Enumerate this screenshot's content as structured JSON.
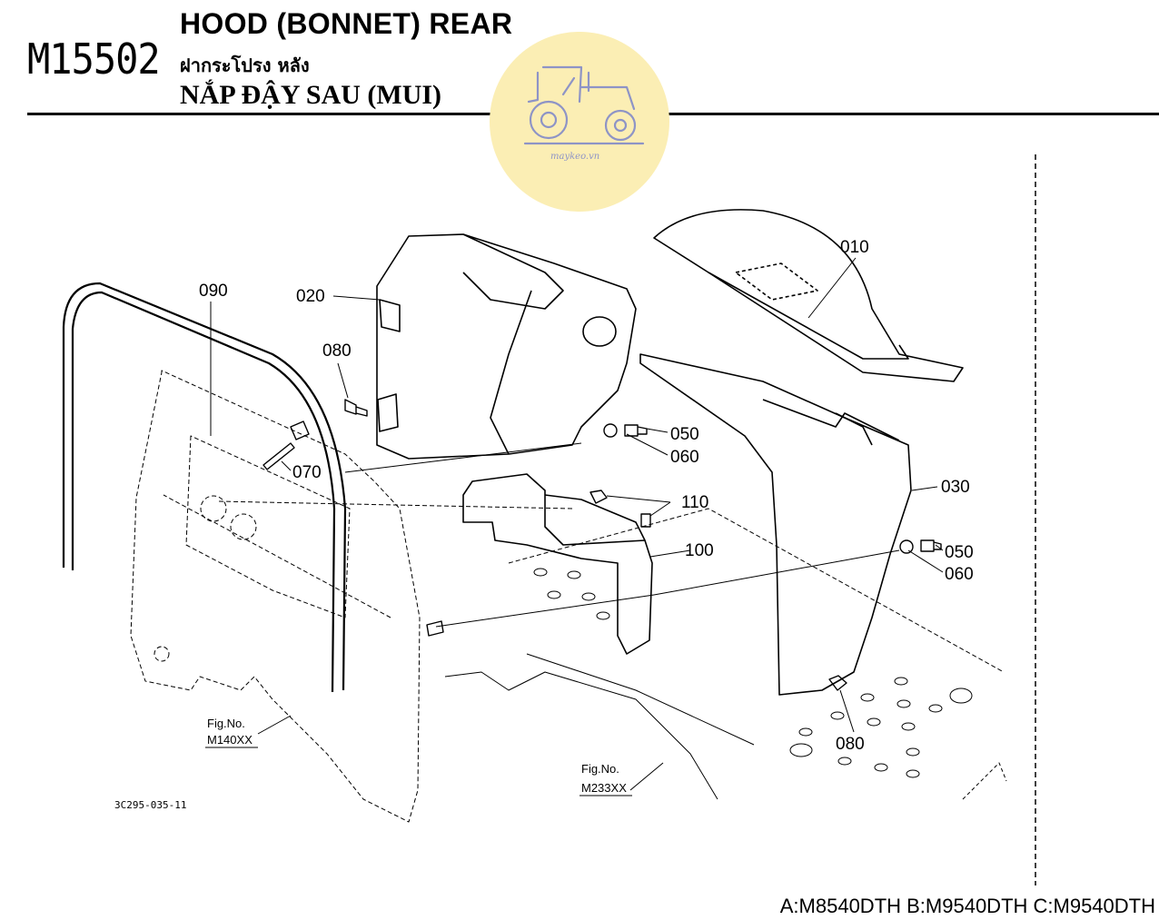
{
  "header": {
    "figure_number": "M15502",
    "title_en": "HOOD (BONNET) REAR",
    "title_th": "ฝากระโปรง หลัง",
    "title_vi": "NẮP ĐẬY SAU (MUI)"
  },
  "watermark": {
    "text": "maykeo.vn",
    "color": "#fbeeb4"
  },
  "parts": [
    {
      "ref": "010"
    },
    {
      "ref": "020"
    },
    {
      "ref": "030"
    },
    {
      "ref": "050"
    },
    {
      "ref": "060"
    },
    {
      "ref": "070"
    },
    {
      "ref": "080"
    },
    {
      "ref": "090"
    },
    {
      "ref": "100"
    },
    {
      "ref": "110"
    },
    {
      "ref": "050"
    },
    {
      "ref": "060"
    },
    {
      "ref": "080"
    }
  ],
  "references": [
    {
      "label": "Fig.No.",
      "figure": "M140XX"
    },
    {
      "label": "Fig.No.",
      "figure": "M233XX"
    }
  ],
  "drawing_code": "3C295-035-11",
  "models": "A:M8540DTH B:M9540DTH C:M9540DTH"
}
